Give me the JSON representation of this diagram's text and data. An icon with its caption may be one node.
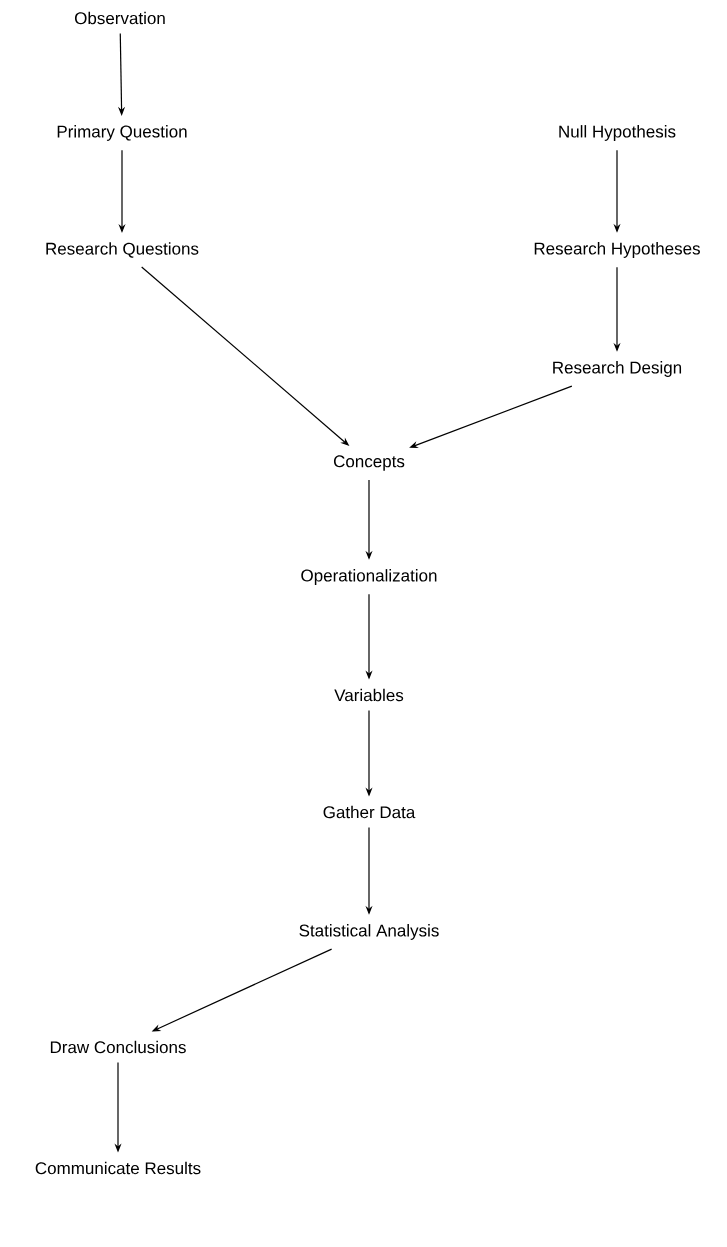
{
  "diagram": {
    "nodes": [
      {
        "text": [
          "Observation"
        ]
      },
      {
        "text": [
          "Primary Question"
        ]
      },
      {
        "text": [
          "Research Questions"
        ]
      },
      {
        "text": [
          "Null Hypothesis"
        ]
      },
      {
        "text": [
          "Research Hypotheses"
        ]
      },
      {
        "text": [
          "Research Design"
        ]
      },
      {
        "text": [
          "Concepts"
        ]
      },
      {
        "text": [
          "Operationalization"
        ]
      },
      {
        "text": [
          "Variables"
        ]
      },
      {
        "text": [
          "Gather Data"
        ]
      },
      {
        "text": [
          "Statistical Analysis"
        ]
      },
      {
        "text": [
          "Draw Conclusions"
        ]
      },
      {
        "text": [
          "Communicate Results"
        ]
      }
    ],
    "edges": [
      {
        "from": 0,
        "to": 1,
        "arrow": "to"
      },
      {
        "from": 1,
        "to": 2,
        "arrow": "to"
      },
      {
        "from": 3,
        "to": 4,
        "arrow": "to"
      },
      {
        "from": 4,
        "to": 5,
        "arrow": "to"
      },
      {
        "from": 2,
        "to": 6,
        "arrow": "to"
      },
      {
        "from": 5,
        "to": 6,
        "arrow": "to"
      },
      {
        "from": 6,
        "to": 7,
        "arrow": "to"
      },
      {
        "from": 7,
        "to": 8,
        "arrow": "to"
      },
      {
        "from": 8,
        "to": 9,
        "arrow": "to"
      },
      {
        "from": 9,
        "to": 10,
        "arrow": "to"
      },
      {
        "from": 10,
        "to": 11,
        "arrow": "to"
      },
      {
        "from": 11,
        "to": 12,
        "arrow": "to"
      }
    ]
  }
}
